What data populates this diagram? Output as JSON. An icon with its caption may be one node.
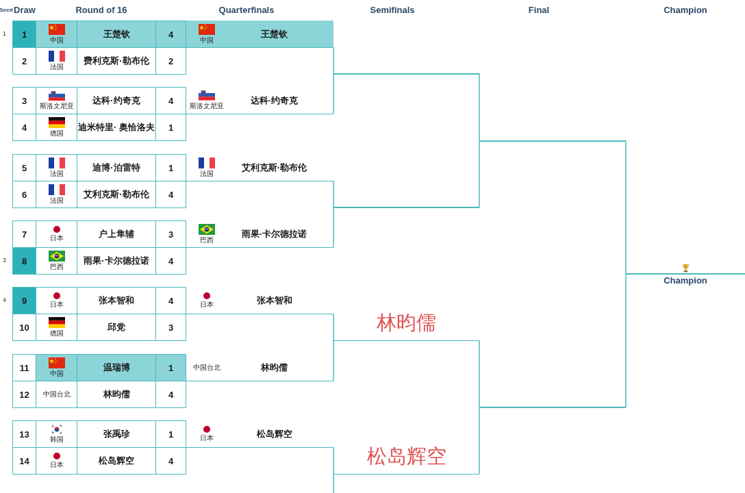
{
  "diagram": {
    "nodes": [
      {
        "text": [
          "1",
          "中国",
          "王楚钦",
          "4"
        ],
        "beside": [
          "1"
        ]
      },
      {
        "text": [
          "2",
          "法国",
          "费利克斯·勒布伦",
          "2"
        ]
      },
      {
        "text": [
          "3",
          "斯洛文尼亚",
          "达科·约奇克",
          "4"
        ]
      },
      {
        "text": [
          "4",
          "德国",
          "迪米特里· 奥恰洛夫",
          "1"
        ]
      },
      {
        "text": [
          "5",
          "法国",
          "迪博·泊雷特",
          "1"
        ]
      },
      {
        "text": [
          "6",
          "法国",
          "艾利克斯·勒布伦",
          "4"
        ]
      },
      {
        "text": [
          "7",
          "日本",
          "户上隼辅",
          "3"
        ]
      },
      {
        "text": [
          "8",
          "巴西",
          "雨果·卡尔德拉诺",
          "4"
        ],
        "beside": [
          "3"
        ]
      },
      {
        "text": [
          "9",
          "日本",
          "张本智和",
          "4"
        ],
        "beside": [
          "4"
        ]
      },
      {
        "text": [
          "10",
          "德国",
          "邱党",
          "3"
        ]
      },
      {
        "text": [
          "11",
          "中国",
          "温瑞博",
          "1"
        ]
      },
      {
        "text": [
          "12",
          "中国台北",
          "林昀儒",
          "4"
        ]
      },
      {
        "text": [
          "13",
          "韩国",
          "张禹珍",
          "1"
        ]
      },
      {
        "text": [
          "14",
          "日本",
          "松岛辉空",
          "4"
        ]
      },
      {
        "text": [
          "中国",
          "王楚钦"
        ]
      },
      {
        "text": [
          "斯洛文尼亚",
          "达科·约奇克"
        ]
      },
      {
        "text": [
          "法国",
          "艾利克斯·勒布伦"
        ]
      },
      {
        "text": [
          "巴西",
          "雨果·卡尔德拉诺"
        ]
      },
      {
        "text": [
          "日本",
          "张本智和"
        ]
      },
      {
        "text": [
          "中国台北",
          "林昀儒"
        ]
      },
      {
        "text": [
          "日本",
          "松岛辉空"
        ]
      },
      {
        "text": [],
        "shape": "bar"
      },
      {
        "text": [],
        "shape": "bar"
      },
      {
        "text": [
          "林昀儒"
        ]
      },
      {
        "text": [
          "松岛辉空"
        ]
      },
      {
        "text": [],
        "shape": "bar"
      },
      {
        "text": [],
        "shape": "bar"
      },
      {
        "text": [
          "Champion"
        ]
      }
    ],
    "edges": [
      {
        "from": 14,
        "to": 21,
        "arrow": "none"
      },
      {
        "from": 15,
        "to": 21,
        "arrow": "none"
      },
      {
        "from": 16,
        "to": 22,
        "arrow": "none"
      },
      {
        "from": 17,
        "to": 22,
        "arrow": "none"
      },
      {
        "from": 18,
        "to": 23,
        "arrow": "none"
      },
      {
        "from": 19,
        "to": 23,
        "arrow": "none"
      },
      {
        "from": 20,
        "to": 24,
        "arrow": "none"
      },
      {
        "from": null,
        "to": 24,
        "arrow": "none"
      },
      {
        "from": 21,
        "to": 25,
        "arrow": "none"
      },
      {
        "from": 22,
        "to": 25,
        "arrow": "none"
      },
      {
        "from": 23,
        "to": 26,
        "arrow": "none"
      },
      {
        "from": 24,
        "to": 26,
        "arrow": "none"
      },
      {
        "from": 25,
        "to": 27,
        "arrow": "none"
      },
      {
        "from": 26,
        "to": 27,
        "arrow": "none"
      }
    ],
    "labels": [
      "Seed",
      "Draw",
      "Round of 16",
      "Quarterfinals",
      "Semifinals",
      "Final",
      "Champion"
    ]
  }
}
